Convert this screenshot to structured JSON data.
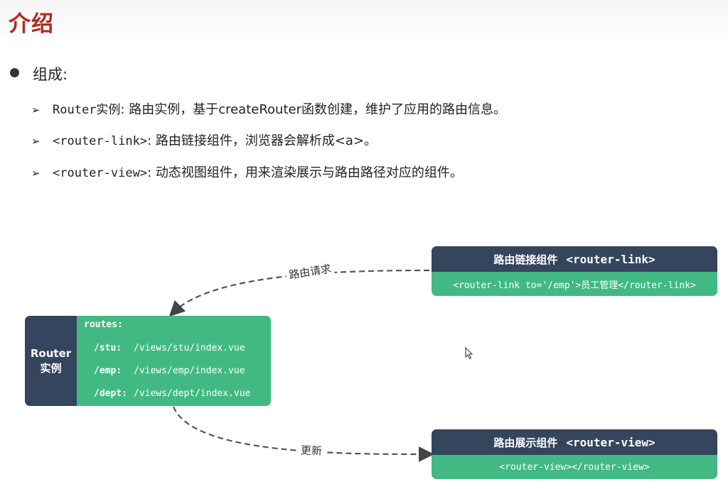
{
  "header": {
    "title": "介绍"
  },
  "section": {
    "label": "组成:"
  },
  "items": [
    {
      "term": "Router实例",
      "desc": ": 路由实例，基于createRouter函数创建，维护了应用的路由信息。"
    },
    {
      "term": "<router-link>",
      "desc": ": 路由链接组件，浏览器会解析成<a>。"
    },
    {
      "term": "<router-view>",
      "desc": ": 动态视图组件，用来渲染展示与路由路径对应的组件。"
    }
  ],
  "router_box": {
    "name_line1": "Router",
    "name_line2": "实例",
    "routes_label": "routes:",
    "routes": [
      {
        "path": "/stu:",
        "component": "/views/stu/index.vue"
      },
      {
        "path": "/emp:",
        "component": "/views/emp/index.vue"
      },
      {
        "path": "/dept:",
        "component": "/views/dept/index.vue"
      }
    ]
  },
  "link_card": {
    "title": "路由链接组件",
    "tag": "<router-link>",
    "code": "<router-link to='/emp'>员工管理</router-link>"
  },
  "view_card": {
    "title": "路由展示组件",
    "tag": "<router-view>",
    "code": "<router-view></router-view>"
  },
  "arrows": {
    "request_label": "路由请求",
    "update_label": "更新"
  },
  "colors": {
    "title": "#b22a21",
    "navy": "#34455d",
    "green": "#42b983"
  }
}
